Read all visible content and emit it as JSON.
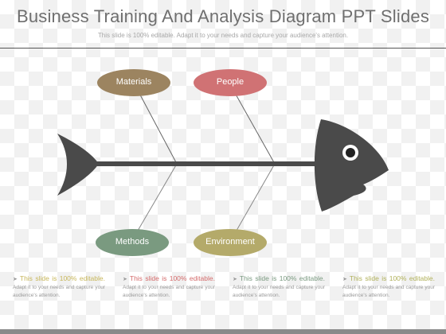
{
  "header": {
    "title": "Business Training And Analysis Diagram PPT Slides",
    "subtitle": "This slide is 100% editable. Adapt it to your needs and capture your audience's attention."
  },
  "diagram": {
    "causes": [
      {
        "label": "Materials",
        "color": "#9c8460"
      },
      {
        "label": "People",
        "color": "#d07274"
      },
      {
        "label": "Methods",
        "color": "#7a9a80"
      },
      {
        "label": "Environment",
        "color": "#b4aa6a"
      }
    ],
    "fish_color": "#4a4a4a"
  },
  "notes": [
    {
      "highlight": "This slide is 100% editable.",
      "rest": "Adapt it to your needs and capture your audience's attention."
    },
    {
      "highlight": "This slide is 100% editable.",
      "rest": "Adapt it to your needs and capture your audience's attention."
    },
    {
      "highlight": "This slide is 100% editable.",
      "rest": "Adapt it to your needs and capture your audience's attention."
    },
    {
      "highlight": "This slide is 100% editable.",
      "rest": "Adapt it to your needs and capture your audience's attention."
    }
  ]
}
